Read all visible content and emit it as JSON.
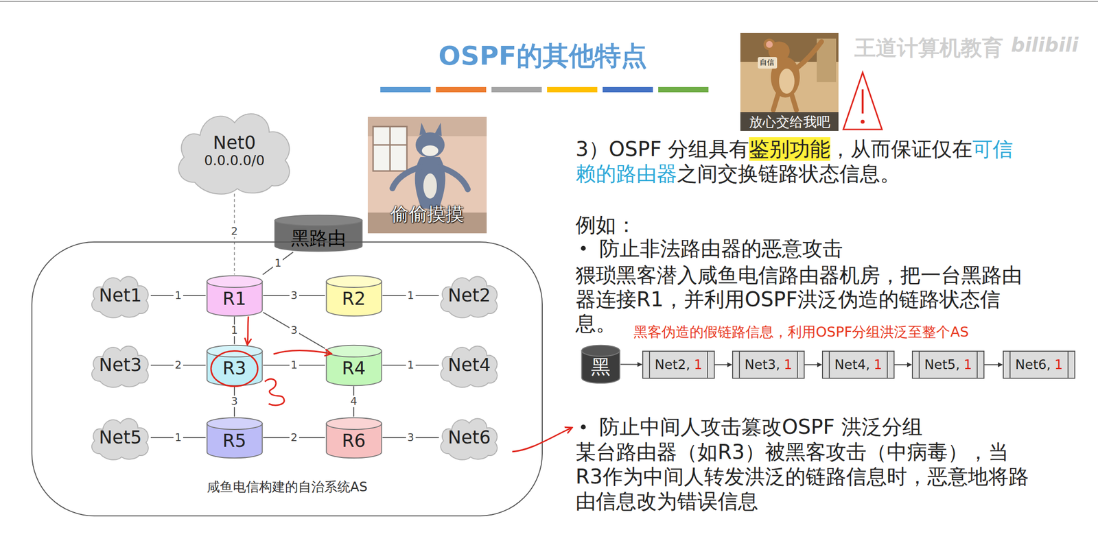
{
  "diagram": {
    "title": "OSPF的其他特点",
    "nodes": [
      {
        "text": [
          "Net0",
          "0.0.0.0/0"
        ]
      },
      {
        "text": [
          "黑路由"
        ]
      },
      {
        "text": [
          "咸鱼电信构建的自治系统AS"
        ]
      },
      {
        "text": [
          "Net1"
        ],
        "in": 2
      },
      {
        "text": [
          "R1"
        ],
        "in": 2
      },
      {
        "text": [
          "R2"
        ],
        "in": 2
      },
      {
        "text": [
          "Net2"
        ],
        "in": 2
      },
      {
        "text": [
          "Net3"
        ],
        "in": 2
      },
      {
        "text": [
          "R3"
        ],
        "in": 2
      },
      {
        "text": [
          "R4"
        ],
        "in": 2
      },
      {
        "text": [
          "Net4"
        ],
        "in": 2
      },
      {
        "text": [
          "Net5"
        ],
        "in": 2
      },
      {
        "text": [
          "R5"
        ],
        "in": 2
      },
      {
        "text": [
          "R6"
        ],
        "in": 2
      },
      {
        "text": [
          "Net6"
        ],
        "in": 2
      },
      {
        "text": [
          "黑"
        ]
      },
      {
        "text": [
          "Net2,",
          "1"
        ]
      },
      {
        "text": [
          "Net3,",
          "1"
        ]
      },
      {
        "text": [
          "Net4,",
          "1"
        ]
      },
      {
        "text": [
          "Net5,",
          "1"
        ]
      },
      {
        "text": [
          "Net6,",
          "1"
        ]
      }
    ],
    "edges": [
      {
        "from": 0,
        "to": 4,
        "label": "2",
        "arrow": "none"
      },
      {
        "from": 1,
        "to": 4,
        "label": "1",
        "arrow": "none"
      },
      {
        "from": 3,
        "to": 4,
        "label": "1",
        "arrow": "none"
      },
      {
        "from": 4,
        "to": 5,
        "label": "3",
        "arrow": "none"
      },
      {
        "from": 5,
        "to": 6,
        "label": "1",
        "arrow": "none"
      },
      {
        "from": 4,
        "to": 8,
        "label": "1",
        "arrow": "none"
      },
      {
        "from": 4,
        "to": 9,
        "label": "3",
        "arrow": "none"
      },
      {
        "from": 7,
        "to": 8,
        "label": "2",
        "arrow": "none"
      },
      {
        "from": 8,
        "to": 9,
        "label": "1",
        "arrow": "none"
      },
      {
        "from": 9,
        "to": 10,
        "label": "1",
        "arrow": "none"
      },
      {
        "from": 8,
        "to": 12,
        "label": "3",
        "arrow": "none"
      },
      {
        "from": 9,
        "to": 13,
        "label": "4",
        "arrow": "none"
      },
      {
        "from": 11,
        "to": 12,
        "label": "1",
        "arrow": "none"
      },
      {
        "from": 12,
        "to": 13,
        "label": "2",
        "arrow": "none"
      },
      {
        "from": 13,
        "to": 14,
        "label": "3",
        "arrow": "none"
      },
      {
        "from": 15,
        "to": 16,
        "arrow": "to"
      },
      {
        "from": 16,
        "to": 17,
        "arrow": "to"
      },
      {
        "from": 17,
        "to": 18,
        "arrow": "to"
      },
      {
        "from": 18,
        "to": 19,
        "arrow": "to"
      },
      {
        "from": 19,
        "to": 20,
        "arrow": "to"
      }
    ],
    "labels": [
      "王道计算机教育",
      "bilibili",
      "自信",
      "放心交给我吧",
      "偷偷摸摸",
      "3）OSPF 分组具有",
      "鉴别功能",
      "，从而保证仅在",
      "可信赖的路由器",
      "之间交换链路状态信息。",
      "例如：",
      "防止非法路由器的恶意攻击",
      "猥琐黑客潜入咸鱼电信路由器机房，把一台黑路由器连接R1，并利用OSPF洪泛伪造的链路状态信息。",
      "黑客伪造的假链路信息，利用OSPF分组洪泛至整个AS",
      "防止中间人攻击篡改",
      "OSPF 洪泛分组",
      "某台路由器（如R3）被黑客攻击（中病毒），当R3作为中间人转发洪泛的链路信息时，恶意地将路由信息改为错误信息"
    ]
  }
}
